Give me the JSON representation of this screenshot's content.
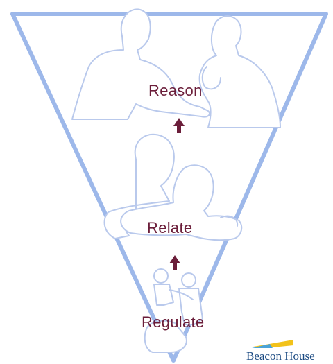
{
  "labels": {
    "reason": "Reason",
    "relate": "Relate",
    "regulate": "Regulate"
  },
  "logo": {
    "text": "Beacon House",
    "colors": {
      "yellow": "#f2c21a",
      "blue": "#4aa3d8",
      "text": "#1b4a82"
    }
  },
  "colors": {
    "triangle": "#9db8ea",
    "figure_line": "#b9c9ec",
    "label": "#6b1e3a",
    "arrow": "#6b1e3a"
  },
  "icons": {
    "arrow_1": "up-arrow-icon",
    "arrow_2": "up-arrow-icon"
  }
}
